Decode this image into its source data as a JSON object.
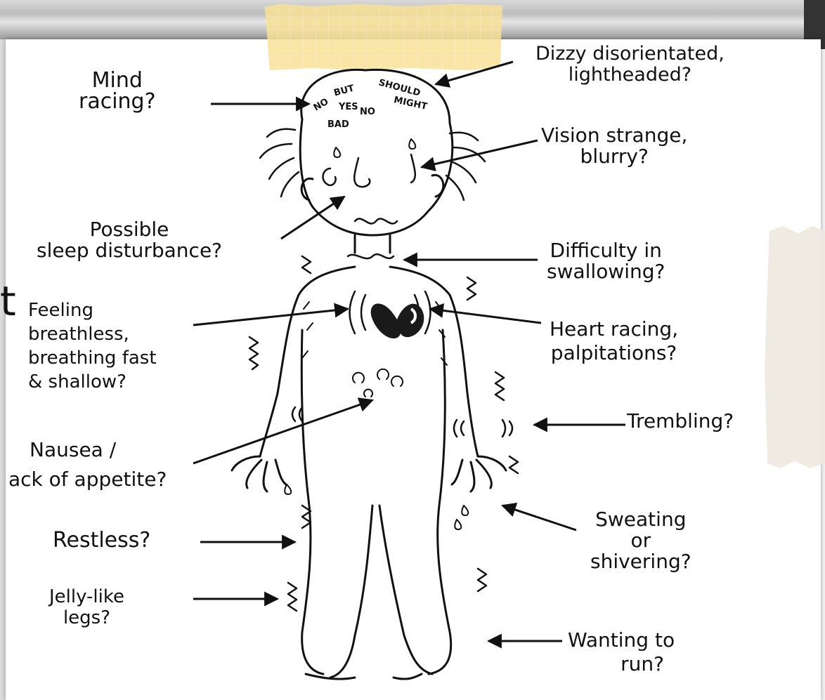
{
  "labels": {
    "mind_racing": [
      "Mind",
      "racing?"
    ],
    "dizzy": [
      "Dizzy disorientated,",
      "lightheaded?"
    ],
    "vision": [
      "Vision strange,",
      "blurry?"
    ],
    "sleep": [
      "Possible",
      "sleep disturbance?"
    ],
    "swallowing": [
      "Difficulty in",
      "swallowing?"
    ],
    "breathless": [
      "Feeling",
      "breathless,",
      "breathing fast",
      "& shallow?"
    ],
    "heart": [
      "Heart racing,",
      "palpitations?"
    ],
    "trembling": [
      "Trembling?"
    ],
    "nausea": [
      "Nausea /",
      "ack of appetite?"
    ],
    "restless": [
      "Restless?"
    ],
    "sweating": [
      "Sweating",
      "or",
      "shivering?"
    ],
    "jelly_legs": [
      "Jelly-like",
      "legs?"
    ],
    "run": [
      "Wanting to",
      "run?"
    ]
  },
  "head_words": [
    "NO",
    "BUT",
    "SHOULD",
    "MIGHT",
    "YES",
    "NO",
    "BAD"
  ],
  "partial_char": "t",
  "colors": {
    "ink": "#111111",
    "heart": "#1a1a1a",
    "tape": "#f8e196"
  }
}
